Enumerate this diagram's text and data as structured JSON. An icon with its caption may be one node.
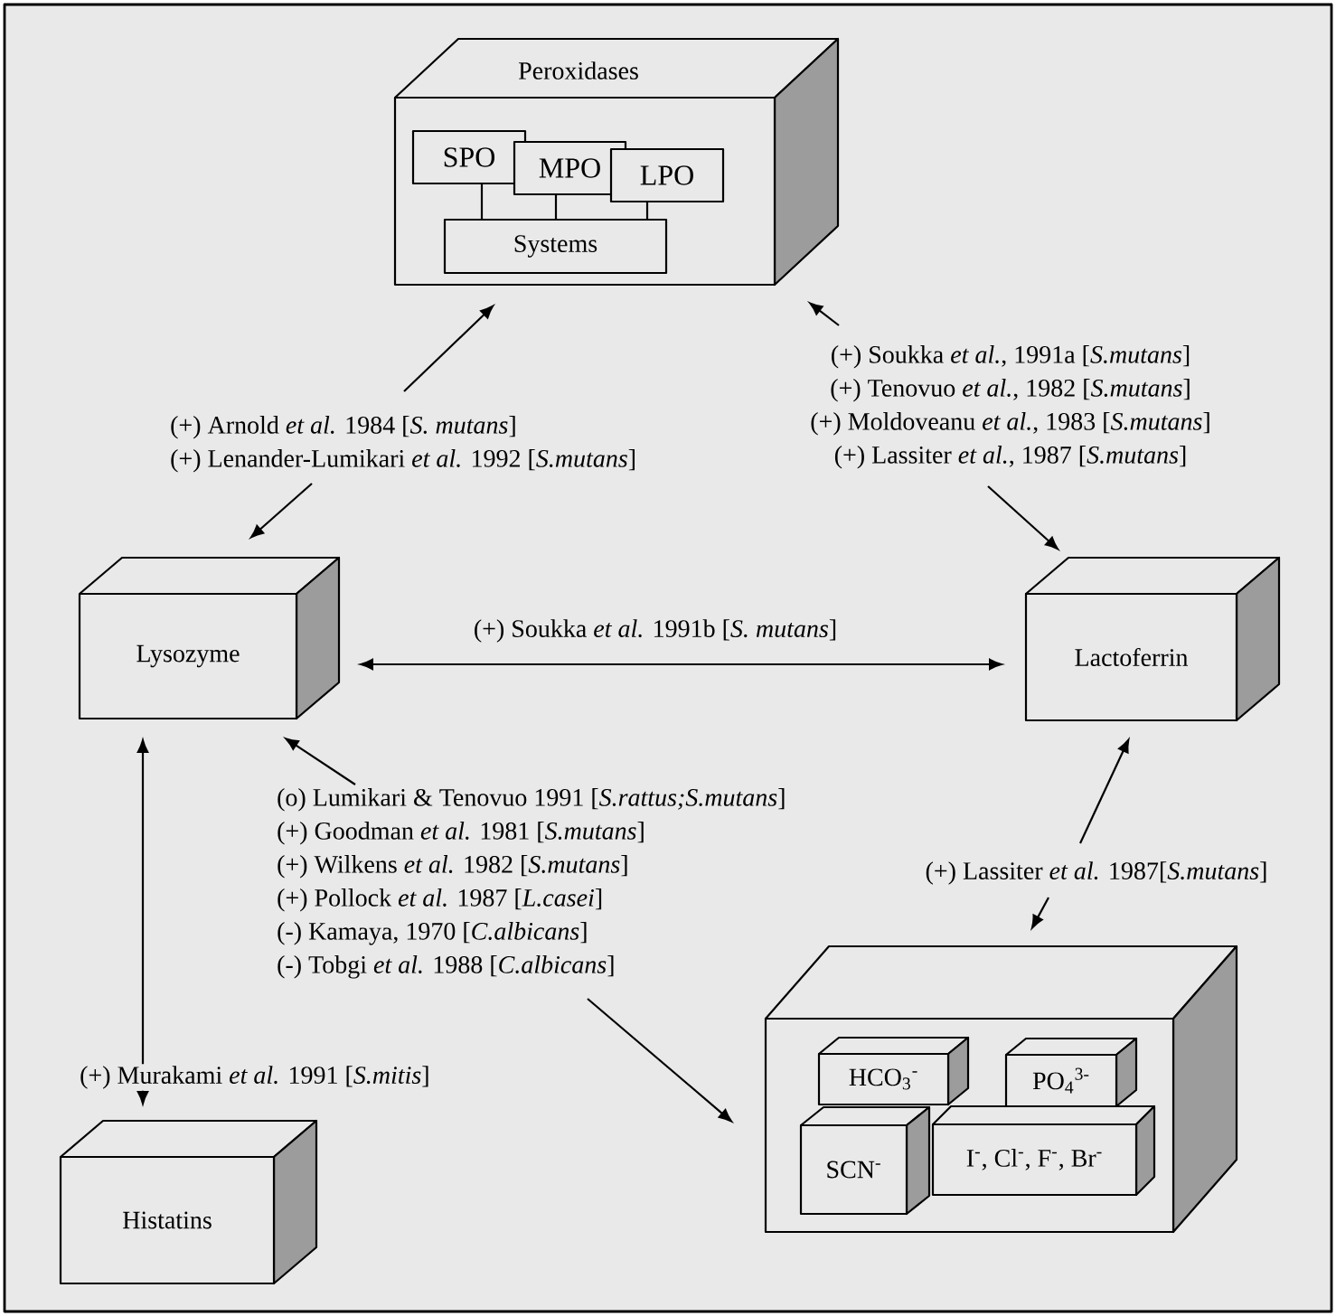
{
  "diagram": {
    "nodes": [
      {
        "text": [
          "Peroxidases"
        ]
      },
      {
        "text": [
          "SPO"
        ],
        "in": 0
      },
      {
        "text": [
          "MPO"
        ],
        "in": 0
      },
      {
        "text": [
          "LPO"
        ],
        "in": 0
      },
      {
        "text": [
          "Systems"
        ],
        "in": 0
      },
      {
        "text": [
          "Lysozyme"
        ]
      },
      {
        "text": [
          "Lactoferrin"
        ]
      },
      {
        "text": [
          "Histatins"
        ]
      },
      {
        "text": [],
        "shape": "box"
      },
      {
        "text": [
          "HCO$_{3}$$^{-}$"
        ],
        "in": 8
      },
      {
        "text": [
          "PO$_{4}$$^{3-}$"
        ],
        "in": 8
      },
      {
        "text": [
          "SCN$^{-}$"
        ],
        "in": 8
      },
      {
        "text": [
          "I$^{-}$, Cl$^{-}$, F$^{-}$, Br$^{-}$"
        ],
        "in": 8
      },
      {
        "text": [
          "(+) Arnold *et al.* 1984 [*S. mutans*]",
          "(+) Lenander-Lumikari *et al.* 1992 [*S.mutans*]"
        ]
      },
      {
        "text": [
          "(+) Soukka *et al.*, 1991a [*S.mutans*]",
          "(+) Tenovuo *et al.*, 1982 [*S.mutans*]",
          "(+) Moldoveanu *et al.*, 1983 [*S.mutans*]",
          "(+) Lassiter *et al.*,  1987 [*S.mutans*]"
        ]
      },
      {
        "text": [
          "(o) Lumikari & Tenovuo 1991 [*S.rattus;S.mutans*]",
          "(+) Goodman *et al.* 1981 [*S.mutans*]",
          "(+) Wilkens *et al.* 1982 [*S.mutans*]",
          "(+) Pollock *et al.* 1987 [*L.casei*]",
          "(-)  Kamaya, 1970 [*C.albicans*]",
          "(-) Tobgi *et al.* 1988 [*C.albicans*]"
        ]
      },
      {
        "text": [
          "(+) Lassiter *et al.* 1987[*S.mutans*]"
        ]
      }
    ],
    "edges": [
      {
        "from": 13,
        "to": 0,
        "arrow": "to"
      },
      {
        "from": 13,
        "to": 5,
        "arrow": "to"
      },
      {
        "from": 14,
        "to": 0,
        "arrow": "to"
      },
      {
        "from": 14,
        "to": 6,
        "arrow": "to"
      },
      {
        "from": 5,
        "to": 6,
        "arrow": "both",
        "label": "(+) Soukka *et al.* 1991b [*S. mutans*]"
      },
      {
        "from": 15,
        "to": 5,
        "arrow": "to"
      },
      {
        "from": 15,
        "to": 8,
        "arrow": "to"
      },
      {
        "from": 16,
        "to": 6,
        "arrow": "to"
      },
      {
        "from": 16,
        "to": 8,
        "arrow": "to"
      },
      {
        "from": 5,
        "to": 7,
        "arrow": "both",
        "label": "(+) Murakami *et al.* 1991 [*S.mitis*]"
      },
      {
        "from": 1,
        "to": 4,
        "arrow": "none"
      },
      {
        "from": 2,
        "to": 4,
        "arrow": "none"
      },
      {
        "from": 3,
        "to": 4,
        "arrow": "none"
      }
    ]
  }
}
